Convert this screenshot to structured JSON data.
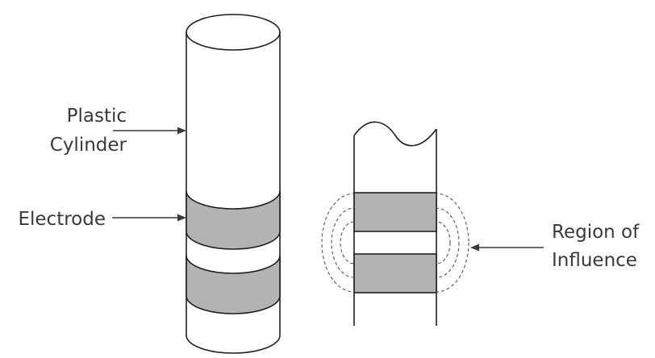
{
  "labels": {
    "plastic_cylinder_line1": "Plastic",
    "plastic_cylinder_line2": "Cylinder",
    "electrode": "Electrode",
    "region_line1": "Region of",
    "region_line2": "Influence"
  },
  "colors": {
    "electrode_fill": "#b3b3b3",
    "outline": "#1f1f1f",
    "text": "#3a3a3a",
    "field_lines": "#555555"
  }
}
